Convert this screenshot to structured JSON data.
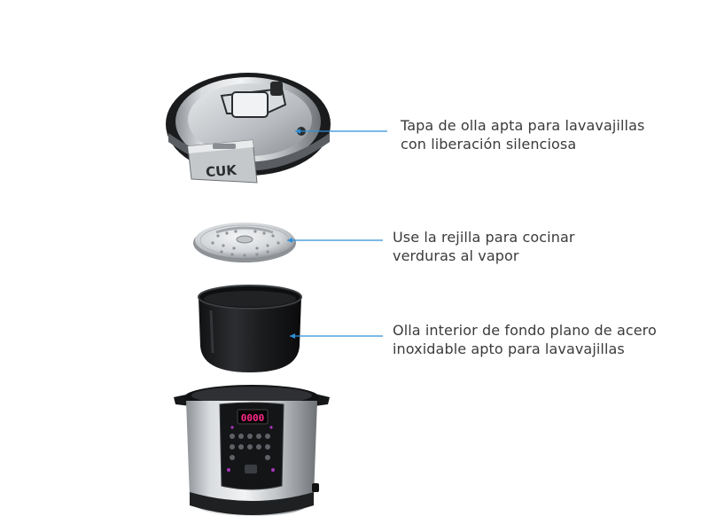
{
  "brand": {
    "lid_logo": "CUK"
  },
  "display": {
    "digits": "0000"
  },
  "colors": {
    "arrow": "#2f8fd8",
    "text": "#3b3b3b",
    "display_glow": "#ff2a8a",
    "steel": "#b9bcbf",
    "dark": "#1e2022"
  },
  "callouts": {
    "lid": {
      "line1": "Tapa de olla apta para lavavajillas",
      "line2": "con liberación silenciosa"
    },
    "rack": {
      "line1": "Use la rejilla para cocinar",
      "line2": "verduras al vapor"
    },
    "pot": {
      "line1": "Olla interior de fondo plano de acero",
      "line2": "inoxidable apto para lavavajillas"
    }
  }
}
